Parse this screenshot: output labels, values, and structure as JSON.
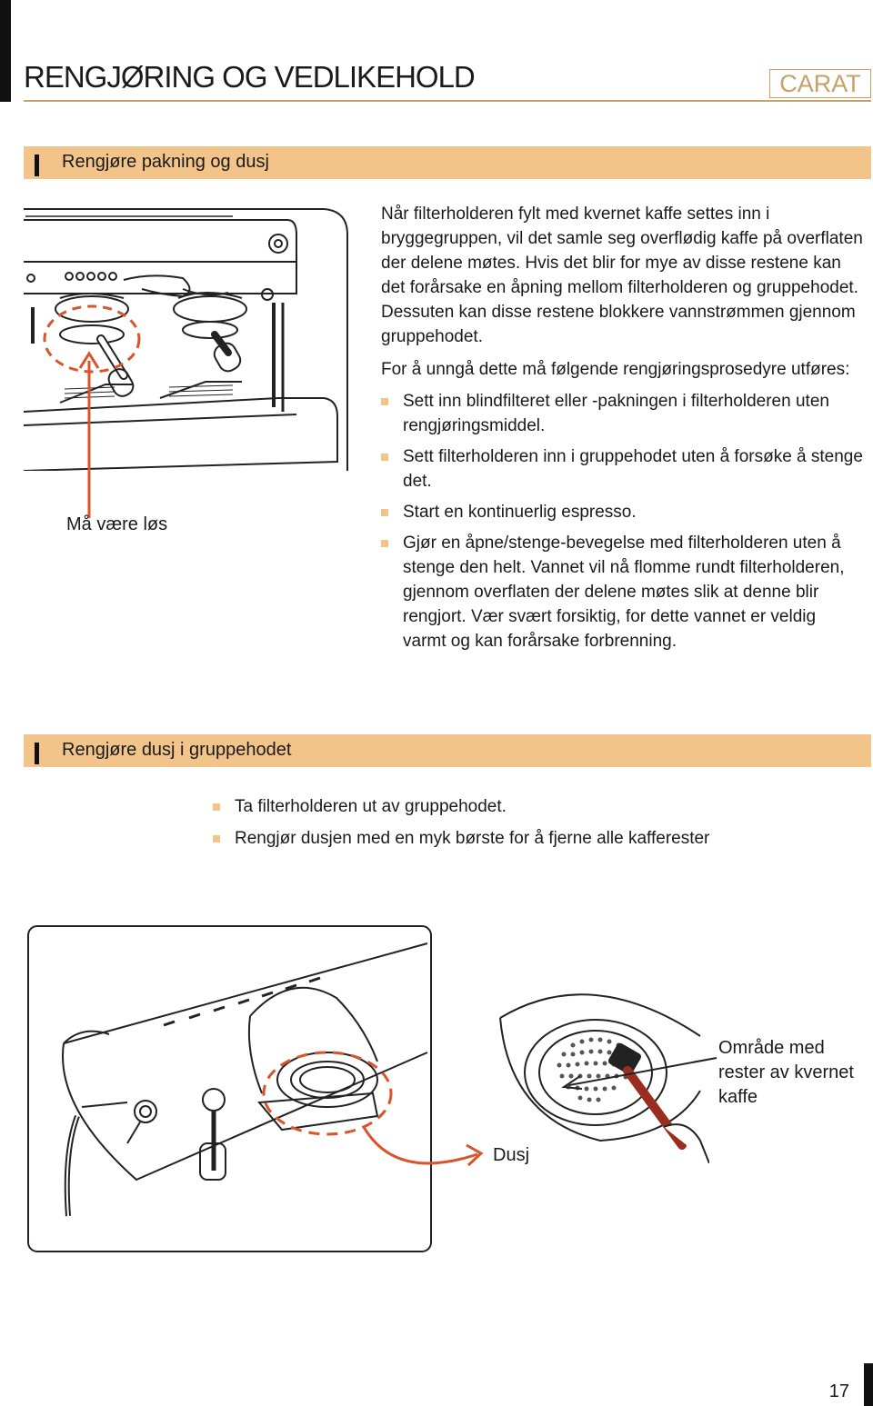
{
  "header": {
    "title": "RENGJØRING OG VEDLIKEHOLD",
    "brand": "CARAT"
  },
  "section1": {
    "heading": "Rengjøre pakning og dusj",
    "figure_caption": "Må være løs",
    "paragraphs": [
      "Når filterholderen fylt med kvernet kaffe settes inn i bryggegruppen, vil det samle seg overflødig kaffe på overflaten der delene møtes. Hvis det blir for mye av disse restene kan det forårsake en åpning mellom filterholderen og gruppehodet. Dessuten kan disse restene blokkere vannstrømmen gjennom gruppehodet.",
      "For å unngå dette må følgende rengjøringsprosedyre utføres:"
    ],
    "steps": [
      "Sett inn blindfilteret eller -pakningen i filterholderen uten rengjøringsmiddel.",
      "Sett filterholderen inn i gruppehodet uten å forsøke å stenge det.",
      "Start en kontinuerlig espresso.",
      "Gjør en åpne/stenge-bevegelse med filterholderen uten å stenge den helt. Vannet vil nå flomme rundt filterholderen, gjennom overflaten der delene møtes slik at denne blir rengjort. Vær svært forsiktig, for dette vannet er veldig varmt og kan forårsake forbrenning."
    ]
  },
  "section2": {
    "heading": "Rengjøre dusj i gruppehodet",
    "steps": [
      "Ta filterholderen ut av gruppehodet.",
      "Rengjør dusjen med en myk børste for å fjerne alle kafferester"
    ],
    "callout_area": "Område med rester av kvernet kaffe",
    "callout_dusj": "Dusj"
  },
  "footer": {
    "page_number": "17"
  },
  "colors": {
    "accent": "#f2c489",
    "brand": "#c8a06a",
    "highlight": "#d9542b"
  }
}
